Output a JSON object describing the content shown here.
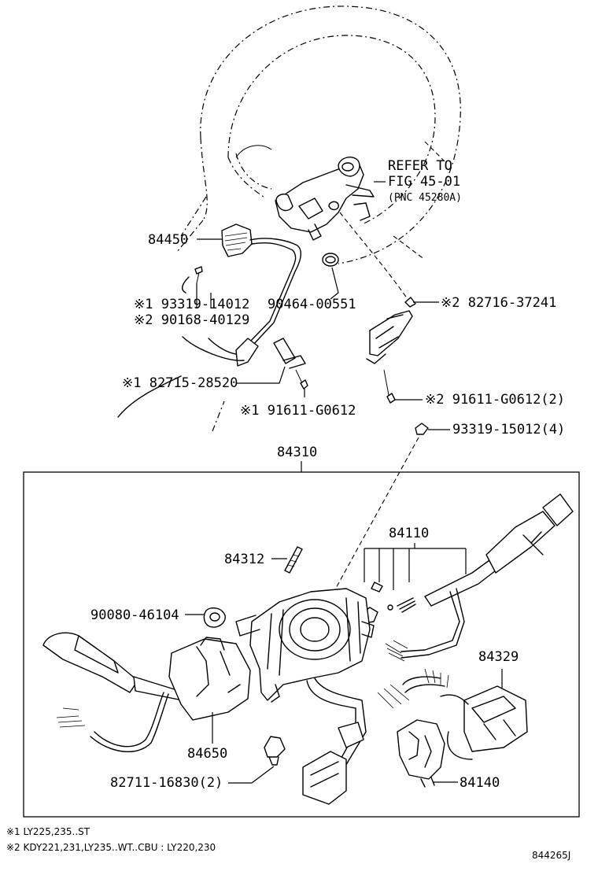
{
  "refer": {
    "line1": "REFER TO",
    "line2": "FIG 45-01",
    "line3": "(PNC 45280A)"
  },
  "labels": {
    "p84450": "84450",
    "p93319_14012": "※1 93319-14012",
    "p90168_40129": "※2 90168-40129",
    "p90464_00551": "90464-00551",
    "p82716_37241": "※2 82716-37241",
    "p82715_28520": "※1 82715-28520",
    "p91611_g0612_a": "※1 91611-G0612",
    "p91611_g0612_b": "※2 91611-G0612(2)",
    "p93319_15012": "93319-15012(4)",
    "p84310": "84310",
    "p84312": "84312",
    "p84110": "84110",
    "p90080_46104": "90080-46104",
    "p84329": "84329",
    "p84650": "84650",
    "p82711_16830": "82711-16830(2)",
    "p84140": "84140"
  },
  "notes": {
    "note1": "※1 LY225,235..ST",
    "note2": "※2 KDY221,231,LY235..WT..CBU : LY220,230"
  },
  "figure_id": "844265J"
}
